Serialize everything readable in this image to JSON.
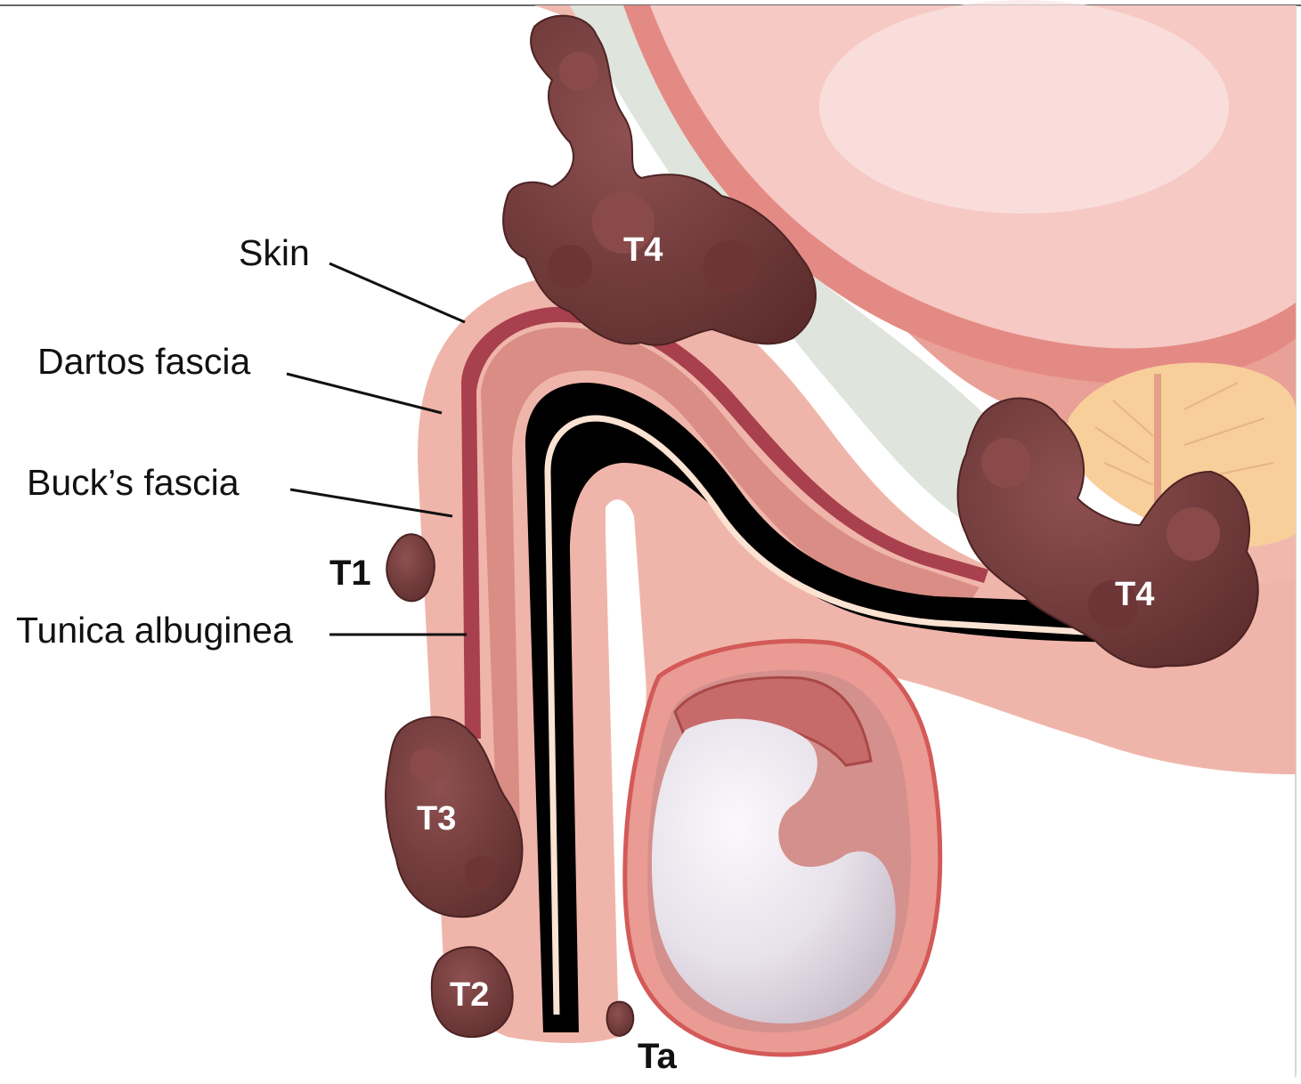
{
  "labels": {
    "skin": "Skin",
    "dartos_fascia": "Dartos fascia",
    "bucks_fascia": "Buck’s fascia",
    "tunica_albuginea": "Tunica albuginea"
  },
  "stages": {
    "ta": "Ta",
    "t1": "T1",
    "t2": "T2",
    "t3": "T3",
    "t4_upper": "T4",
    "t4_lower": "T4"
  },
  "colors": {
    "tumor": "#7a3f3f",
    "tumor_dark": "#5a2a2a",
    "skin": "#f2b8ad",
    "dartos": "#a9404e",
    "bucks_tissue": "#d98d84",
    "urethra_line": "#fbe3d3",
    "bladder": "#f7c9c4",
    "testis": "#e6e0e9",
    "prostate": "#f8cf9a"
  }
}
